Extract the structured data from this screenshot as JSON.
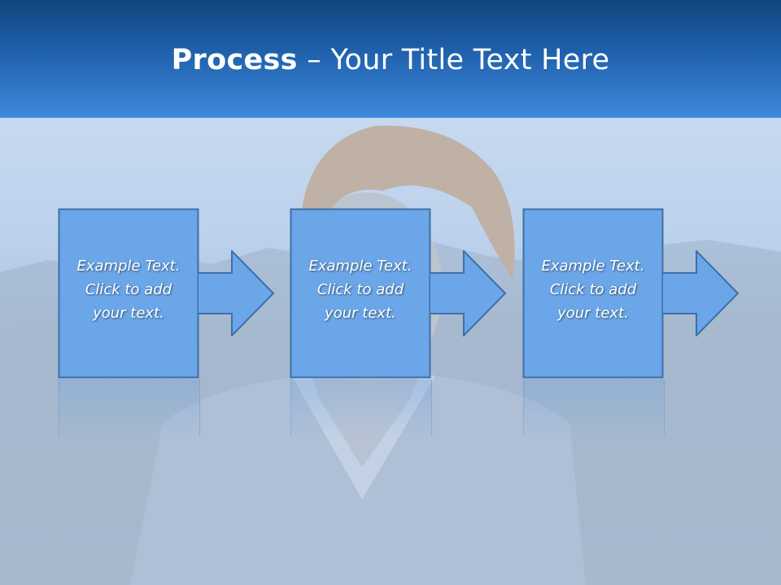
{
  "title": {
    "bold": "Process",
    "rest": " – Your Title Text Here"
  },
  "colors": {
    "box_fill": "#6aa6e8",
    "box_border": "#3f6fa8",
    "title_text": "#ffffff"
  },
  "steps": [
    {
      "line1": "Example Text.",
      "line2": "Click  to add",
      "line3": "your text."
    },
    {
      "line1": "Example Text.",
      "line2": "Click  to add",
      "line3": "your text."
    },
    {
      "line1": "Example Text.",
      "line2": "Click  to add",
      "line3": "your text."
    }
  ]
}
